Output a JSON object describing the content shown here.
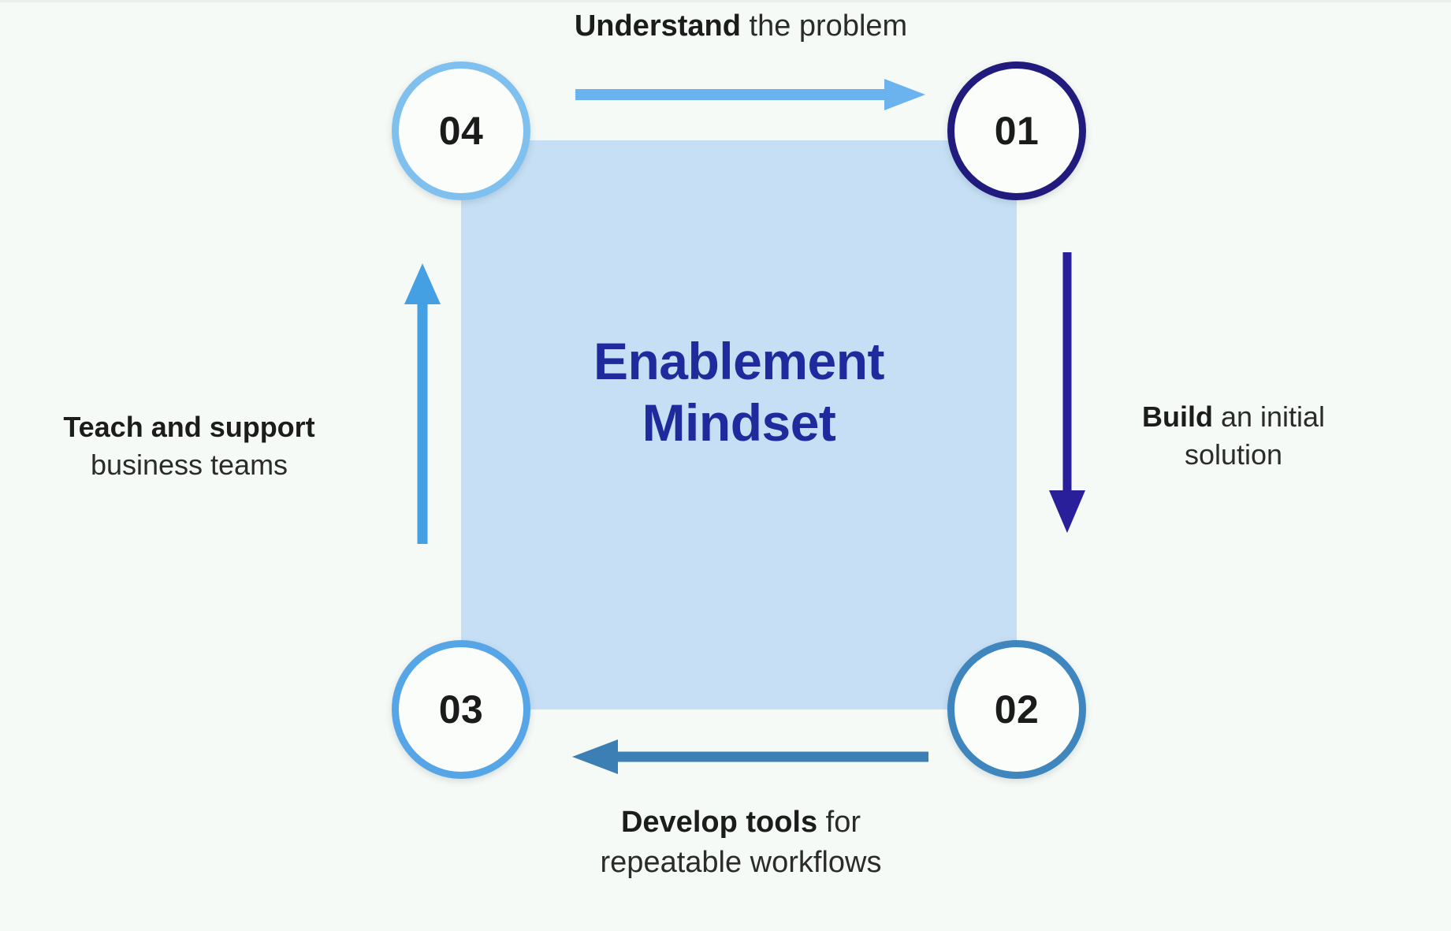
{
  "diagram": {
    "title": "Enablement Mindset cycle",
    "background_color": "#f6faf6",
    "center": {
      "line1": "Enablement",
      "line2": "Mindset",
      "text_color": "#1f2a9c",
      "panel_color": "#c6dff4"
    },
    "nodes": [
      {
        "id": "01",
        "label": "01",
        "ring_color": "#221b7e",
        "position": "top-right"
      },
      {
        "id": "02",
        "label": "02",
        "ring_color": "#3e86bd",
        "position": "bottom-right"
      },
      {
        "id": "03",
        "label": "03",
        "ring_color": "#56a5e6",
        "position": "bottom-left"
      },
      {
        "id": "04",
        "label": "04",
        "ring_color": "#7fc0ee",
        "position": "top-left"
      }
    ],
    "steps": [
      {
        "step": "01",
        "side": "top",
        "bold": "Understand",
        "rest": " the problem",
        "arrow_direction": "right",
        "arrow_color": "#6bb3ee"
      },
      {
        "step": "02",
        "side": "right",
        "bold": "Build",
        "rest": " an initial",
        "line2": "solution",
        "arrow_direction": "down",
        "arrow_color": "#2a1f9b"
      },
      {
        "step": "03",
        "side": "bottom",
        "bold": "Develop tools",
        "rest": " for",
        "line2": "repeatable workflows",
        "arrow_direction": "left",
        "arrow_color": "#3b7fb5"
      },
      {
        "step": "04",
        "side": "left",
        "bold": "Teach and support",
        "rest": "",
        "line2": "business teams",
        "arrow_direction": "up",
        "arrow_color": "#45a0e3"
      }
    ]
  }
}
